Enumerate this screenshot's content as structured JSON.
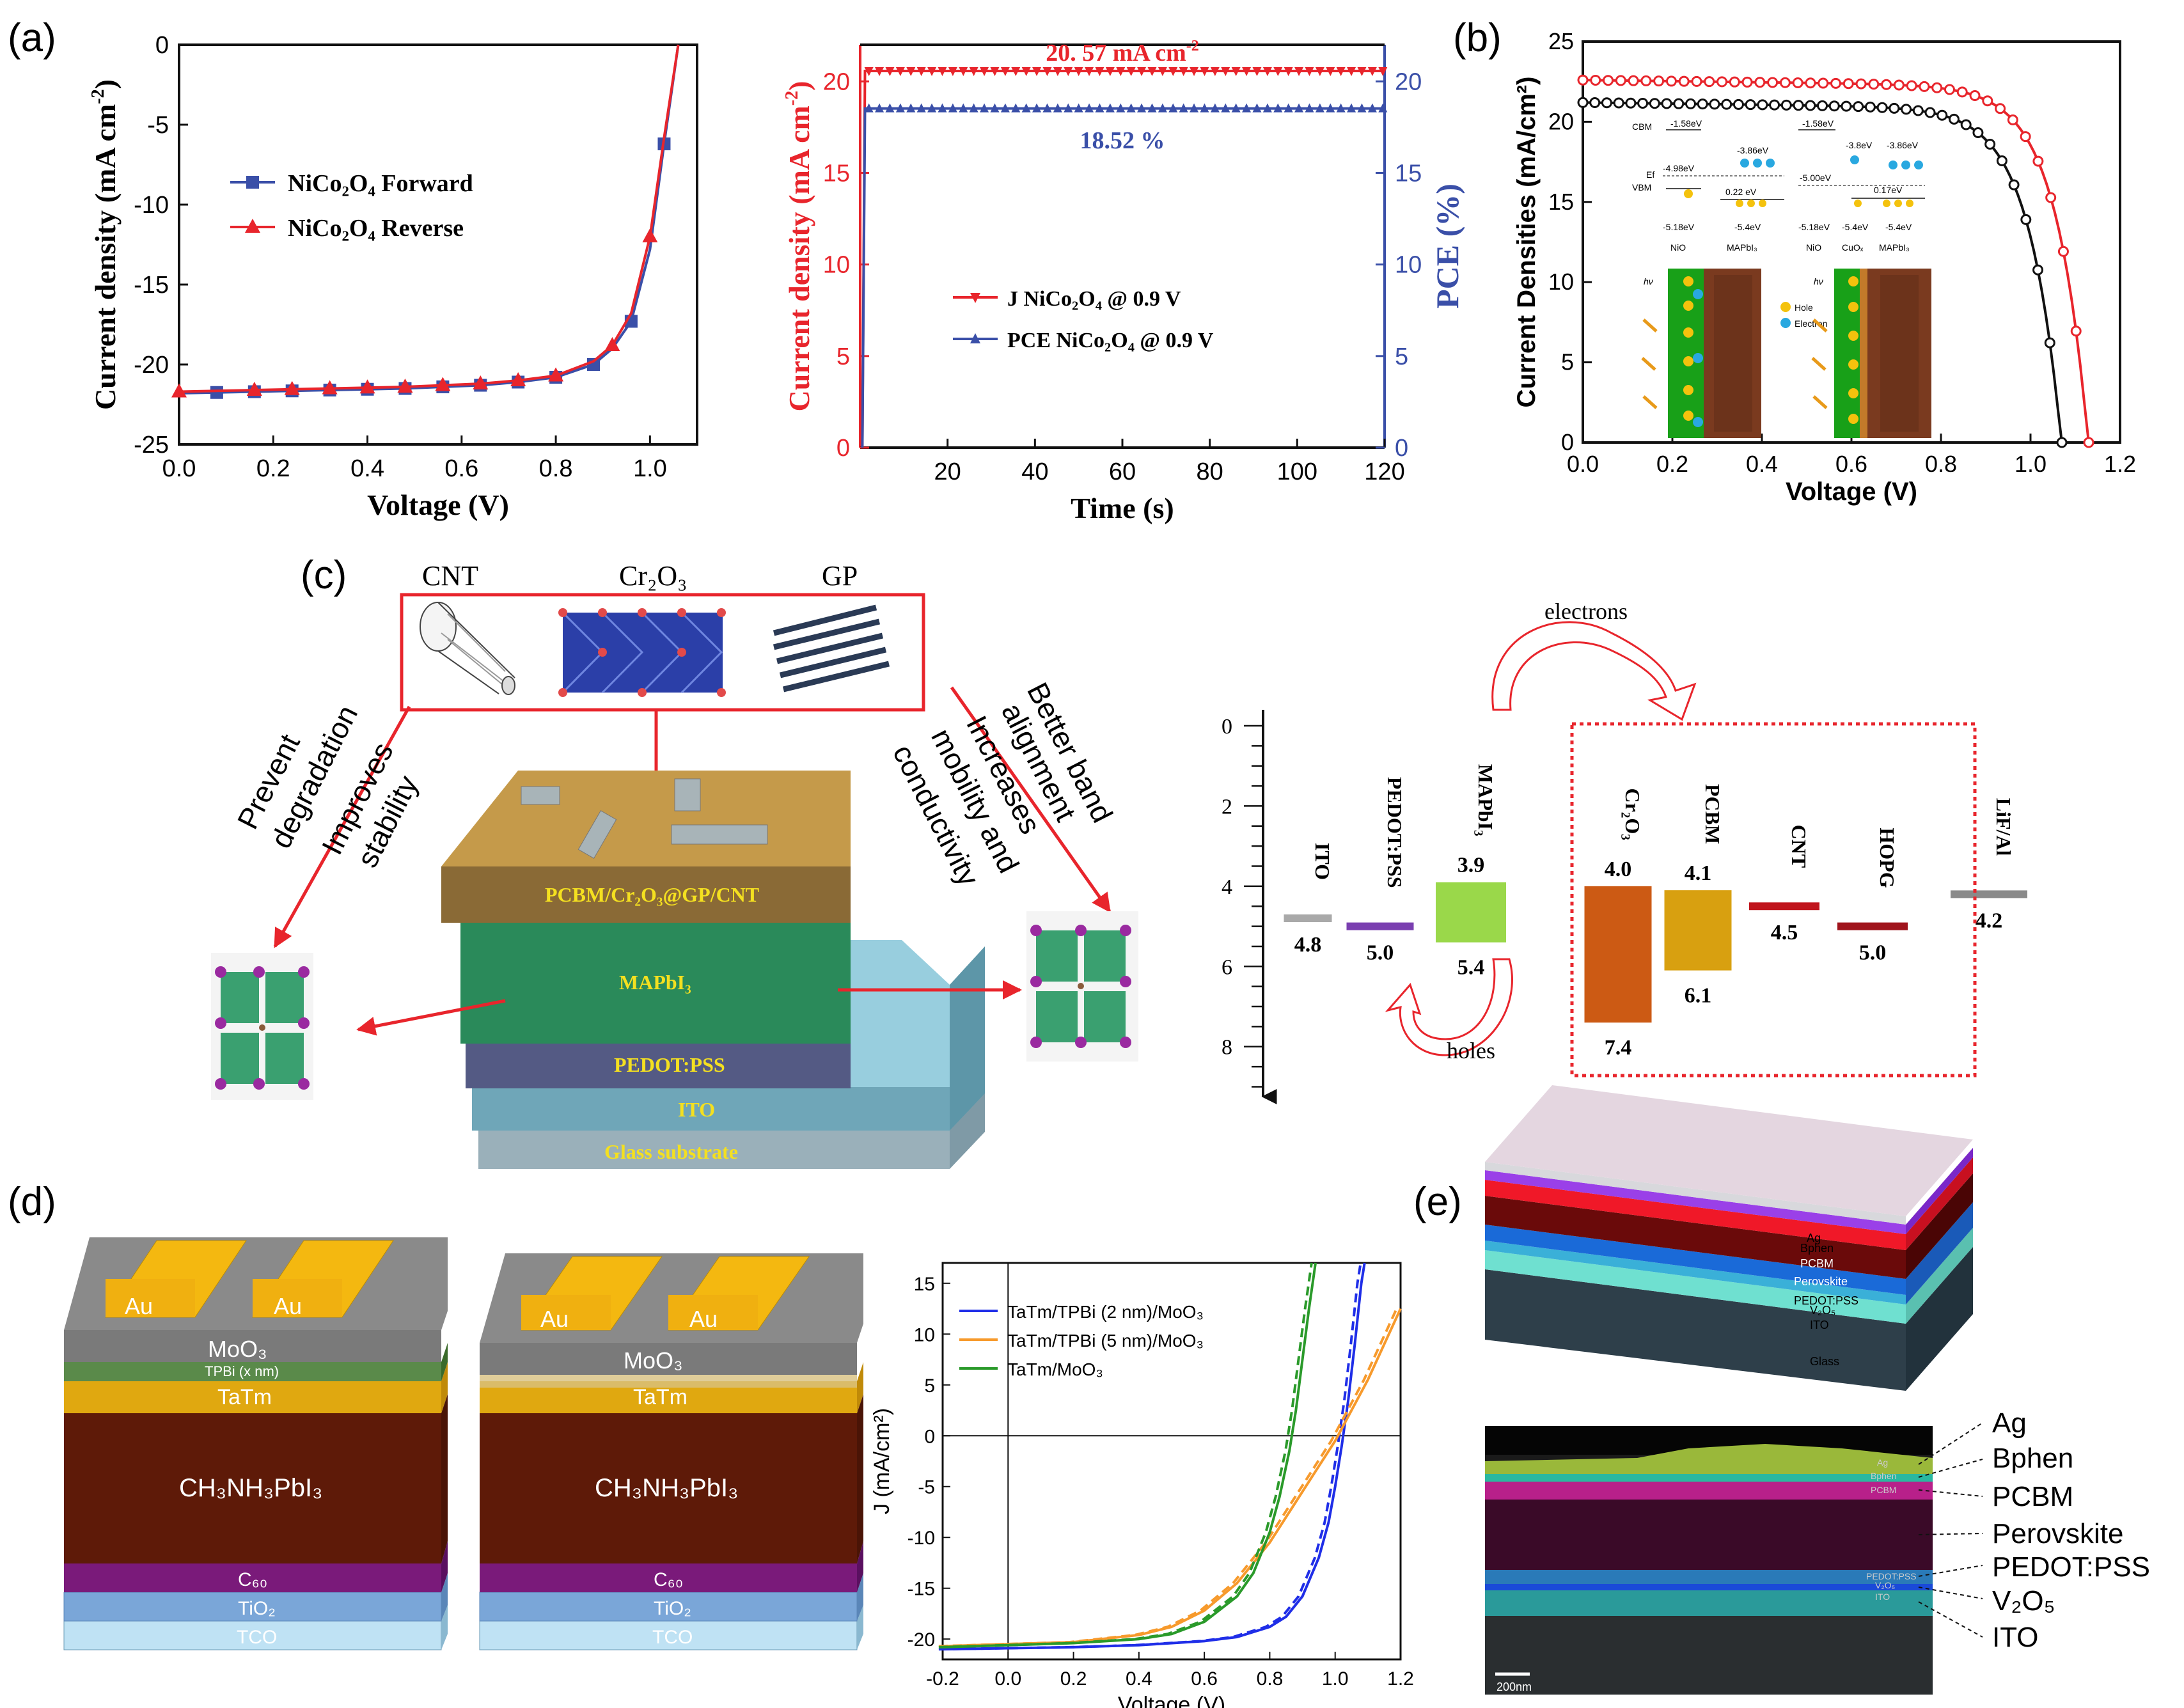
{
  "panel_labels": [
    "(a)",
    "(b)",
    "(c)",
    "(d)",
    "(e)"
  ],
  "colors": {
    "red": "#e8252c",
    "blue": "#3a4fa8",
    "black": "#111111",
    "d_blue": "#1f2ee8",
    "d_orange": "#f79a2c",
    "d_green": "#2a9a2a"
  },
  "chart_data": [
    {
      "id": "a1",
      "type": "line",
      "xlabel": "Voltage (V)",
      "ylabel": "Current density (mA cm",
      "ylabel_sup": "-2",
      "ylabel_close": ")",
      "xlim": [
        0.0,
        1.1
      ],
      "ylim": [
        -25,
        0
      ],
      "xticks": [
        "0.0",
        "0.2",
        "0.4",
        "0.6",
        "0.8",
        "1.0"
      ],
      "xtick_values": [
        0.0,
        0.2,
        0.4,
        0.6,
        0.8,
        1.0
      ],
      "yticks": [
        "0",
        "-5",
        "-10",
        "-15",
        "-20",
        "-25"
      ],
      "ytick_values": [
        0,
        -5,
        -10,
        -15,
        -20,
        -25
      ],
      "legend": [
        "NiCo₂O₄ Forward",
        "NiCo₂O₄ Reverse"
      ],
      "series": [
        {
          "name": "NiCo₂O₄ Forward",
          "marker": "square",
          "x": [
            0.0,
            0.08,
            0.16,
            0.24,
            0.32,
            0.4,
            0.48,
            0.56,
            0.64,
            0.72,
            0.8,
            0.88,
            0.92,
            0.96,
            1.0,
            1.03,
            1.06
          ],
          "y": [
            -21.8,
            -21.75,
            -21.7,
            -21.65,
            -21.6,
            -21.55,
            -21.5,
            -21.4,
            -21.3,
            -21.1,
            -20.8,
            -20.0,
            -19.0,
            -17.3,
            -12.8,
            -6.2,
            0.0
          ],
          "marker_x": [
            0.08,
            0.16,
            0.24,
            0.32,
            0.4,
            0.48,
            0.56,
            0.64,
            0.72,
            0.8,
            0.88,
            0.96,
            1.03
          ]
        },
        {
          "name": "NiCo₂O₄ Reverse",
          "marker": "triangle",
          "x": [
            0.0,
            0.08,
            0.16,
            0.24,
            0.32,
            0.4,
            0.48,
            0.56,
            0.64,
            0.72,
            0.8,
            0.88,
            0.92,
            0.96,
            1.0,
            1.03,
            1.06
          ],
          "y": [
            -21.7,
            -21.65,
            -21.6,
            -21.55,
            -21.5,
            -21.45,
            -21.4,
            -21.3,
            -21.2,
            -21.0,
            -20.7,
            -19.8,
            -18.8,
            -16.8,
            -12.0,
            -5.8,
            0.0
          ],
          "marker_x": [
            0.0,
            0.16,
            0.24,
            0.32,
            0.4,
            0.48,
            0.56,
            0.64,
            0.72,
            0.8,
            0.92,
            1.0
          ]
        }
      ]
    },
    {
      "id": "a2",
      "type": "line",
      "xlabel": "Time (s)",
      "ylabel": "Current density (mA cm",
      "ylabel_sup": "-2",
      "ylabel_close": ")",
      "y2label": "PCE (%)",
      "xlim": [
        0,
        120
      ],
      "ylim": [
        0,
        22
      ],
      "y2lim": [
        0,
        22
      ],
      "xticks": [
        "20",
        "40",
        "60",
        "80",
        "100",
        "120"
      ],
      "xtick_values": [
        20,
        40,
        60,
        80,
        100,
        120
      ],
      "yticks": [
        "0",
        "5",
        "10",
        "15",
        "20"
      ],
      "ytick_values": [
        0,
        5,
        10,
        15,
        20
      ],
      "y2ticks": [
        "0",
        "5",
        "10",
        "15",
        "20"
      ],
      "y2tick_values": [
        0,
        5,
        10,
        15,
        20
      ],
      "annotations": [
        "20. 57 mA cm",
        "18.52 %"
      ],
      "annotation_sup": "-2",
      "legend": [
        "J NiCo₂O₄ @ 0.9 V",
        "PCE NiCo₂O₄ @ 0.9 V"
      ],
      "legend_italic_prefix": "J",
      "series": [
        {
          "name": "J NiCo₂O₄ @ 0.9 V",
          "start": 0.5,
          "steady": 20.57,
          "axis": "left"
        },
        {
          "name": "PCE NiCo₂O₄ @ 0.9 V",
          "start": 0.5,
          "steady": 18.52,
          "axis": "right"
        }
      ]
    },
    {
      "id": "b",
      "type": "line",
      "xlabel": "Voltage (V)",
      "ylabel": "Current Densities (mA/cm²)",
      "xlim": [
        0.0,
        1.2
      ],
      "ylim": [
        0,
        25
      ],
      "xticks": [
        "0.0",
        "0.2",
        "0.4",
        "0.6",
        "0.8",
        "1.0",
        "1.2"
      ],
      "xtick_values": [
        0.0,
        0.2,
        0.4,
        0.6,
        0.8,
        1.0,
        1.2
      ],
      "yticks": [
        "0",
        "5",
        "10",
        "15",
        "20",
        "25"
      ],
      "ytick_values": [
        0,
        5,
        10,
        15,
        20,
        25
      ],
      "series": [
        {
          "color": "red",
          "jsc": 22.6,
          "voc": 1.13
        },
        {
          "color": "black",
          "jsc": 21.2,
          "voc": 1.07
        }
      ],
      "inset_labels": {
        "left": [
          "CBM",
          "-1.58eV",
          "-3.86eV",
          "Ef",
          "-4.98eV",
          "VBM",
          "0.22 eV",
          "-5.18eV",
          "-5.4eV",
          "NiO",
          "MAPbI₃"
        ],
        "right": [
          "-1.58eV",
          "-3.8eV",
          "-3.86eV",
          "-5.00eV",
          "0.17eV",
          "-5.18eV",
          "-5.4eV",
          "-5.4eV",
          "NiO",
          "CuOₓ",
          "MAPbI₃"
        ],
        "legend": [
          "Hole",
          "Electron"
        ],
        "hv": "hν"
      }
    },
    {
      "id": "c2",
      "type": "bar",
      "axis_ticks": [
        "0",
        "2",
        "4",
        "6",
        "8"
      ],
      "axis_tick_values": [
        0,
        2,
        4,
        6,
        8
      ],
      "ylim": [
        0,
        9.5
      ],
      "materials": [
        {
          "name": "ITO",
          "top": 4.8,
          "bottom": 4.8,
          "color": "#a9a9a9",
          "labels": [
            "4.8"
          ]
        },
        {
          "name": "PEDOT:PSS",
          "top": 5.0,
          "bottom": 5.0,
          "color": "#7a3fb0",
          "labels": [
            "5.0"
          ]
        },
        {
          "name": "MAPbI₃",
          "top": 3.9,
          "bottom": 5.4,
          "color": "#9ad84a",
          "labels": [
            "3.9",
            "5.4"
          ]
        },
        {
          "name": "Cr₂O₃",
          "top": 4.0,
          "bottom": 7.4,
          "color": "#cc5a14",
          "labels": [
            "4.0",
            "7.4"
          ]
        },
        {
          "name": "PCBM",
          "top": 4.1,
          "bottom": 6.1,
          "color": "#d8a010",
          "labels": [
            "4.1",
            "6.1"
          ]
        },
        {
          "name": "CNT",
          "top": 4.5,
          "bottom": 4.5,
          "color": "#c0141c",
          "labels": [
            "4.5"
          ]
        },
        {
          "name": "HOPG",
          "top": 5.0,
          "bottom": 5.0,
          "color": "#a0141c",
          "labels": [
            "5.0"
          ]
        },
        {
          "name": "LiF/Al",
          "top": 4.2,
          "bottom": 4.2,
          "color": "#8a8a8a",
          "labels": [
            "4.2"
          ]
        }
      ],
      "arrows": [
        "electrons",
        "holes"
      ]
    },
    {
      "id": "d3",
      "type": "line",
      "xlabel": "Voltage (V)",
      "ylabel": "J (mA/cm²)",
      "xlim": [
        -0.2,
        1.2
      ],
      "ylim": [
        -22,
        17
      ],
      "xticks": [
        "-0.2",
        "0.0",
        "0.2",
        "0.4",
        "0.6",
        "0.8",
        "1.0",
        "1.2"
      ],
      "xtick_values": [
        -0.2,
        0.0,
        0.2,
        0.4,
        0.6,
        0.8,
        1.0,
        1.2
      ],
      "yticks": [
        "15",
        "10",
        "5",
        "0",
        "-5",
        "-10",
        "-15",
        "-20"
      ],
      "ytick_values": [
        15,
        10,
        5,
        0,
        -5,
        -10,
        -15,
        -20
      ],
      "legend": [
        "TaTm/TPBi (2 nm)/MoO₃",
        "TaTm/TPBi (5 nm)/MoO₃",
        "TaTm/MoO₃"
      ],
      "series": [
        {
          "name": "TaTm/TPBi (2 nm)/MoO₃",
          "color": "d_blue",
          "x": [
            -0.2,
            0.0,
            0.2,
            0.4,
            0.6,
            0.7,
            0.8,
            0.85,
            0.9,
            0.95,
            0.98,
            1.0,
            1.02,
            1.04,
            1.06,
            1.08,
            1.09
          ],
          "y": [
            -21.0,
            -20.9,
            -20.8,
            -20.6,
            -20.2,
            -19.8,
            -18.8,
            -17.8,
            -15.8,
            -12.0,
            -8.5,
            -5.0,
            -1.0,
            3.5,
            9.0,
            15.0,
            17.0
          ]
        },
        {
          "name": "TaTm/TPBi (5 nm)/MoO₃",
          "color": "d_orange",
          "x": [
            -0.2,
            0.0,
            0.2,
            0.4,
            0.5,
            0.6,
            0.7,
            0.8,
            0.85,
            0.9,
            0.95,
            1.0,
            1.05,
            1.1,
            1.15,
            1.2
          ],
          "y": [
            -20.7,
            -20.5,
            -20.3,
            -19.6,
            -18.8,
            -17.2,
            -14.5,
            -10.5,
            -8.0,
            -5.5,
            -3.0,
            -0.5,
            2.5,
            5.5,
            9.0,
            12.5
          ]
        },
        {
          "name": "TaTm/MoO₃",
          "color": "d_green",
          "x": [
            -0.2,
            0.0,
            0.2,
            0.4,
            0.5,
            0.6,
            0.7,
            0.75,
            0.8,
            0.83,
            0.86,
            0.88,
            0.9,
            0.92,
            0.94
          ],
          "y": [
            -20.8,
            -20.6,
            -20.4,
            -20.0,
            -19.5,
            -18.3,
            -15.8,
            -13.5,
            -9.5,
            -6.0,
            -1.5,
            2.5,
            7.5,
            12.5,
            17.0
          ]
        }
      ]
    }
  ],
  "panel_c_left": {
    "materials": [
      "CNT",
      "Cr₂O₃",
      "GP"
    ],
    "layers": [
      "PCBM/Cr₂O₃@GP/CNT",
      "MAPbI₃",
      "PEDOT:PSS",
      "ITO",
      "Glass substrate"
    ],
    "left_text": [
      "Prevent",
      "degradation",
      "Improves",
      "stability"
    ],
    "right_text": [
      "Better band",
      "alignment",
      "Increases",
      "mobility and",
      "conductivity"
    ]
  },
  "panel_d": {
    "stack1": [
      "Au",
      "Au",
      "MoO₃",
      "TPBi (x nm)",
      "TaTm",
      "CH₃NH₃PbI₃",
      "C₆₀",
      "TiO₂",
      "TCO"
    ],
    "stack2": [
      "Au",
      "Au",
      "MoO₃",
      "TaTm",
      "CH₃NH₃PbI₃",
      "C₆₀",
      "TiO₂",
      "TCO"
    ]
  },
  "panel_e": {
    "stack_labels": [
      "Ag",
      "Bphen",
      "PCBM",
      "Perovskite",
      "PEDOT:PSS",
      "V₂O₅",
      "ITO",
      "Glass"
    ],
    "sem_labels": [
      "Ag",
      "Bphen",
      "PCBM",
      "Perovskite",
      "PEDOT:PSS",
      "V₂O₅",
      "ITO"
    ],
    "sem_tiny": [
      "Ag",
      "Bphen",
      "PCBM",
      "PEDOT:PSS",
      "V₂O₅",
      "ITO"
    ],
    "scale_bar": "200nm"
  }
}
